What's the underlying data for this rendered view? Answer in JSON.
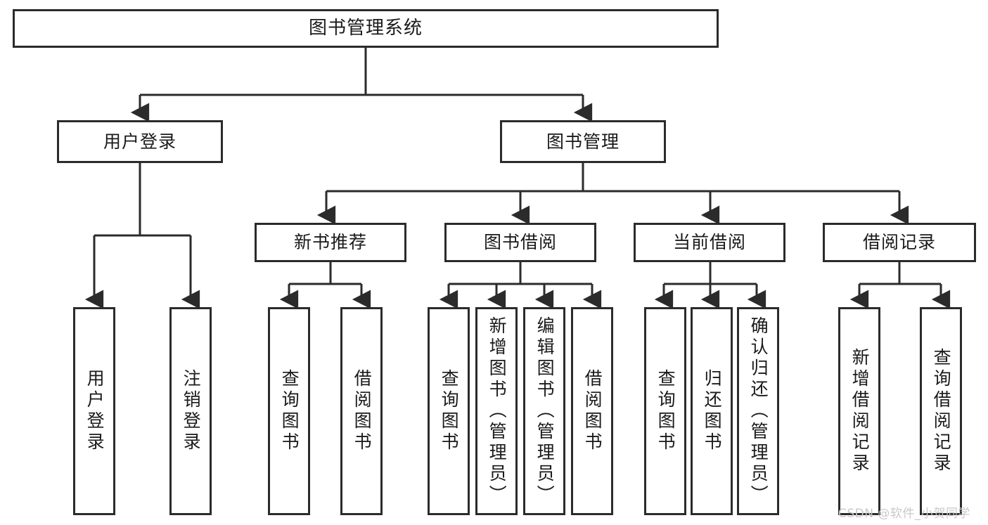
{
  "diagram": {
    "title": "图书管理系统",
    "type": "tree-hierarchy-chart",
    "colors": {
      "stroke": "#2b2b2b",
      "node_fill": "#ffffff",
      "text": "#1a1a1a",
      "background": "#ffffff",
      "watermark": "#c9c9c9"
    },
    "root": {
      "label": "图书管理系统"
    },
    "level2": [
      {
        "label": "用户登录"
      },
      {
        "label": "图书管理"
      }
    ],
    "level3": [
      {
        "label": "新书推荐"
      },
      {
        "label": "图书借阅"
      },
      {
        "label": "当前借阅"
      },
      {
        "label": "借阅记录"
      }
    ],
    "leaves_user_login": [
      {
        "label": "用户登录"
      },
      {
        "label": "注销登录"
      }
    ],
    "leaves_new_book": [
      {
        "label": "查询图书"
      },
      {
        "label": "借阅图书"
      }
    ],
    "leaves_borrow": [
      {
        "label": "查询图书"
      },
      {
        "label": "新增图书（管理员）"
      },
      {
        "label": "编辑图书（管理员）"
      },
      {
        "label": "借阅图书"
      }
    ],
    "leaves_current": [
      {
        "label": "查询图书"
      },
      {
        "label": "归还图书"
      },
      {
        "label": "确认归还（管理员）"
      }
    ],
    "leaves_records": [
      {
        "label": "新增借阅记录"
      },
      {
        "label": "查询借阅记录"
      }
    ],
    "watermark": "CSDN @软件_小贺同学"
  }
}
